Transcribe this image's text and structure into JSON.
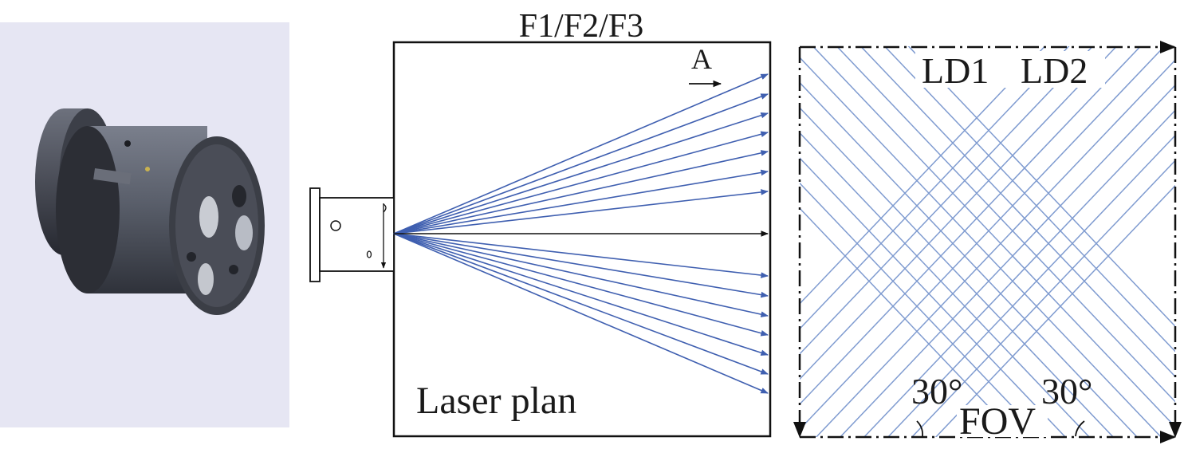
{
  "panels": {
    "plan": {
      "title": "F1/F2/F3",
      "direction_label": "A",
      "caption": "Laser plan"
    },
    "fov": {
      "label_ld1": "LD1",
      "label_ld2": "LD2",
      "angle_left": "30°",
      "angle_right": "30°",
      "caption": "FOV"
    }
  },
  "colors": {
    "ray": "#3f5fb0",
    "grid_line": "#7f9bd0",
    "outline": "#111111",
    "photo_bg": "#e6e6f3",
    "device_body": "#5a5e68"
  },
  "device_photo": {
    "icon": "laser-projector-photo",
    "lens_icons": [
      "lens-icon",
      "lens-icon",
      "lens-icon",
      "lens-icon"
    ]
  }
}
